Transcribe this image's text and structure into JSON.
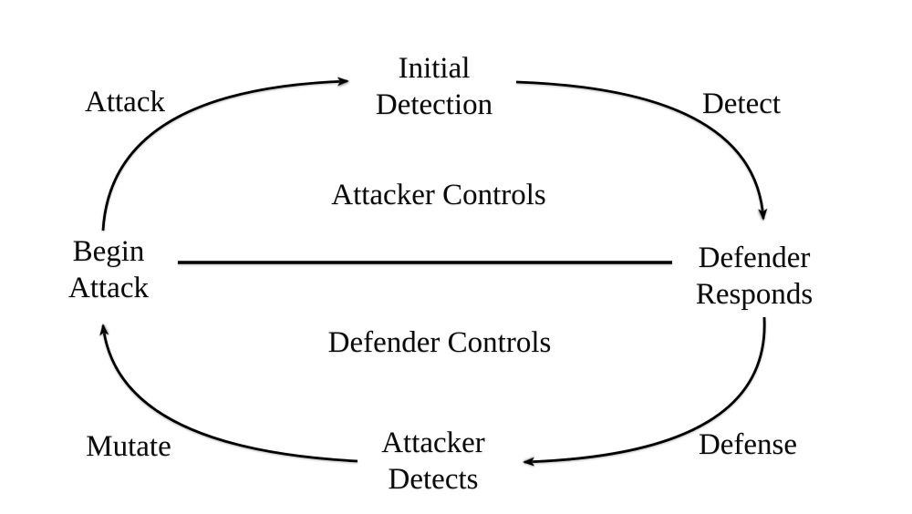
{
  "diagram": {
    "title_implicit": "Attacker-Defender control cycle",
    "nodes": {
      "initial_detection": {
        "line1": "Initial",
        "line2": "Detection"
      },
      "defender_responds": {
        "line1": "Defender",
        "line2": "Responds"
      },
      "attacker_detects": {
        "line1": "Attacker",
        "line2": "Detects"
      },
      "begin_attack": {
        "line1": "Begin",
        "line2": "Attack"
      }
    },
    "edge_labels": {
      "attack": "Attack",
      "detect": "Detect",
      "defense": "Defense",
      "mutate": "Mutate"
    },
    "region_labels": {
      "attacker_controls": "Attacker Controls",
      "defender_controls": "Defender Controls"
    },
    "colors": {
      "stroke": "#000000",
      "text": "#0a0a0a",
      "background": "#ffffff"
    }
  }
}
